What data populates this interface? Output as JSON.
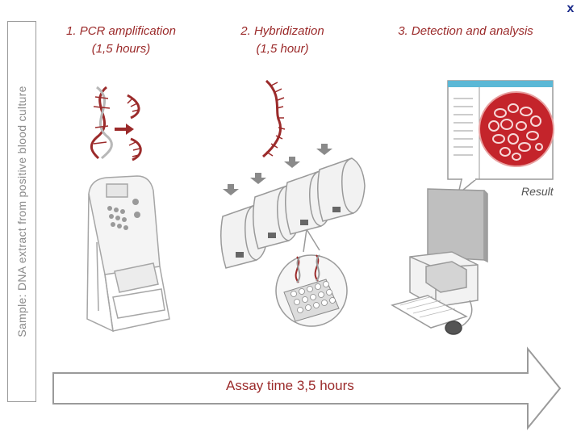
{
  "close_button": {
    "label": "x"
  },
  "sample_label": "Sample: DNA extract from positive blood culture",
  "steps": [
    {
      "title": "1. PCR amplification",
      "subtitle": "(1,5 hours)"
    },
    {
      "title": "2. Hybridization",
      "subtitle": "(1,5 hour)"
    },
    {
      "title": "3. Detection and analysis"
    }
  ],
  "result_label": "Result",
  "arrow_label": "Assay time 3,5 hours",
  "colors": {
    "accent": "#9b2a2a",
    "line": "#9a9a9a",
    "screen": "#bfbfbf",
    "header_bar": "#5bb8d6"
  },
  "icons": [
    "dna-helix-icon",
    "pcr-machine-icon",
    "hybridization-chips-icon",
    "computer-icon",
    "microscope-result-icon"
  ]
}
